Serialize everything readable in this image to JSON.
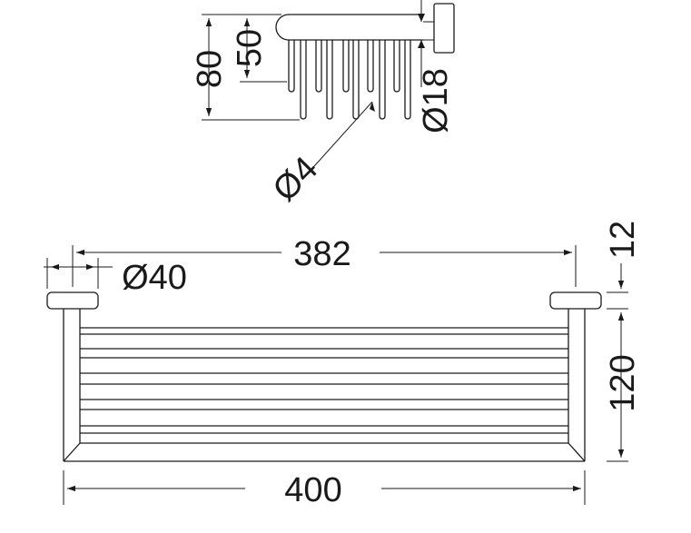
{
  "dimensions": {
    "side_total_height": "80",
    "side_rail_height": "50",
    "wall_post_diameter": "Ø18",
    "rod_diameter": "Ø4",
    "mount_spacing": "382",
    "rosette_diameter": "Ø40",
    "rosette_thickness": "12",
    "front_height": "120",
    "overall_length": "400"
  },
  "colors": {
    "line": "#1a1a1a",
    "background": "#ffffff"
  }
}
